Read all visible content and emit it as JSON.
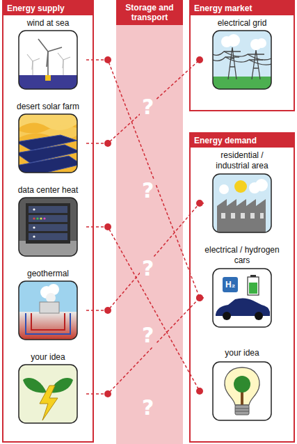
{
  "diagram": {
    "nodes": [
      {
        "text": [
          "Energy supply"
        ]
      },
      {
        "text": [
          "wind at sea"
        ],
        "in": 0
      },
      {
        "text": [
          "desert solar farm"
        ],
        "in": 0
      },
      {
        "text": [
          "data center heat"
        ],
        "in": 0
      },
      {
        "text": [
          "geothermal"
        ],
        "in": 0
      },
      {
        "text": [
          "your idea"
        ],
        "in": 0
      },
      {
        "text": [
          "Storage and transport"
        ]
      },
      {
        "text": [
          "Energy market"
        ]
      },
      {
        "text": [
          "electrical grid"
        ],
        "in": 7
      },
      {
        "text": [
          "Energy demand"
        ]
      },
      {
        "text": [
          "residential / industrial area"
        ],
        "in": 9
      },
      {
        "text": [
          "electrical / hydrogen cars"
        ],
        "in": 9
      },
      {
        "text": [
          "your idea"
        ],
        "in": 9
      }
    ],
    "edges": [
      {
        "from": 1,
        "to": 11,
        "arrow": "none"
      },
      {
        "from": 2,
        "to": 8,
        "arrow": "none"
      },
      {
        "from": 3,
        "to": 12,
        "arrow": "none"
      },
      {
        "from": 4,
        "to": 10,
        "arrow": "none"
      },
      {
        "from": 5,
        "to": 11,
        "arrow": "none"
      }
    ],
    "labels": [
      "?",
      "?",
      "?",
      "?",
      "?",
      "H₂"
    ]
  }
}
